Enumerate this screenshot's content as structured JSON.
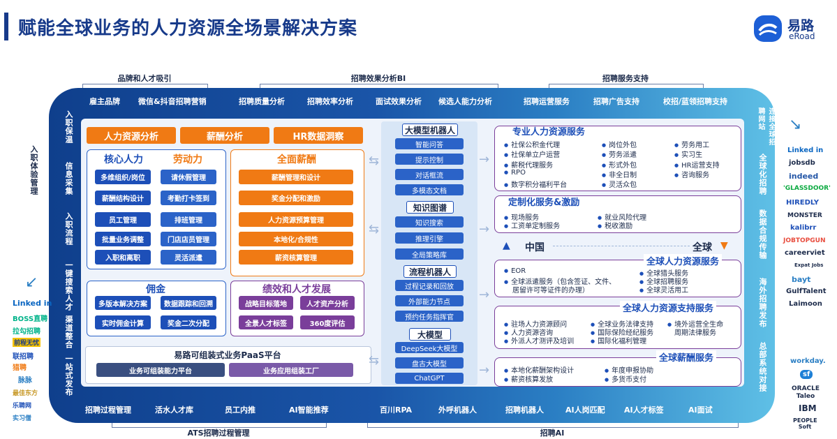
{
  "title": "赋能全球业务的人力资源全场景解决方案",
  "logo": {
    "cn": "易路",
    "en": "eRoad"
  },
  "brackets": {
    "brand": "品牌和人才吸引",
    "bi": "招聘效果分析BI",
    "service_support": "招聘服务支持",
    "ats": "ATS招聘过程管理",
    "ai": "招聘AI"
  },
  "top_row": [
    "雇主品牌",
    "微信&抖音招聘营销",
    "招聘质量分析",
    "招聘效率分析",
    "面试效果分析",
    "候选人能力分析",
    "招聘运营服务",
    "招聘广告支持",
    "校招/蓝领招聘支持"
  ],
  "bottom_row": [
    "招聘过程管理",
    "活水人才库",
    "员工内推",
    "AI智能推荐",
    "百川RPA",
    "外呼机器人",
    "招聘机器人",
    "AI人岗匹配",
    "AI人才标签",
    "AI面试"
  ],
  "left_outer": "入职体验管理",
  "left_col": [
    "入职保温",
    "信息采集",
    "入职流程",
    "一键搜索人才",
    "渠道整合",
    "一站式发布"
  ],
  "right_col1": "连接全球招聘网站",
  "right_col2": [
    "全球化招聘",
    "数据合规传输",
    "海外招聘发布",
    "总部系统对接"
  ],
  "analysis_buttons": [
    "人力资源分析",
    "薪酬分析",
    "HR数据洞察"
  ],
  "core_hr": {
    "title": "核心人力",
    "items": [
      "多维组织/岗位",
      "薪酬结构设计",
      "员工管理",
      "批量业务调整",
      "入职和离职"
    ]
  },
  "labor": {
    "title": "劳动力",
    "items": [
      "请休假管理",
      "考勤打卡签到",
      "排班管理",
      "门店店员管理",
      "灵活派遣"
    ]
  },
  "payroll": {
    "title": "全面薪酬",
    "items": [
      "薪酬管理和设计",
      "奖金分配和激励",
      "人力资源预算管理",
      "本地化/合规性",
      "薪资核算管理"
    ]
  },
  "commission": {
    "title": "佣金",
    "items": [
      "多版本解决方案",
      "数据跟踪和回溯",
      "实时佣金计算",
      "奖金二次分配"
    ]
  },
  "performance": {
    "title": "绩效和人才发展",
    "items": [
      "战略目标落地",
      "人才资产分析",
      "全景人才标签",
      "360度评估"
    ]
  },
  "paas": {
    "title": "易路可组装式业务PaaS平台",
    "left": "业务可组装能力平台",
    "right": "业务应用组装工厂"
  },
  "middle": {
    "llm_robot": {
      "title": "大模型机器人",
      "items": [
        "智能问答",
        "提示控制",
        "对话框流",
        "多模态文档"
      ]
    },
    "knowledge": {
      "title": "知识图谱",
      "items": [
        "知识搜索",
        "推理引擎",
        "全局策略库"
      ]
    },
    "process_robot": {
      "title": "流程机器人",
      "items": [
        "过程记录和回放",
        "外部能力节点",
        "预约任务指挥官"
      ]
    },
    "llm": {
      "title": "大模型",
      "items": [
        "DeepSeek大模型",
        "盘古大模型",
        "ChatGPT"
      ]
    }
  },
  "pro_hr": {
    "title": "专业人力资源服务",
    "col1": [
      "社保公积金代理",
      "社保单立户运营",
      "薪税代理服务",
      "RPO",
      "数字积分福利平台"
    ],
    "col2": [
      "岗位外包",
      "劳务派遣",
      "形式外包",
      "非全日制",
      "灵活众包"
    ],
    "col3": [
      "劳务用工",
      "实习生",
      "HR运营支持",
      "咨询服务"
    ]
  },
  "custom": {
    "title": "定制化服务&激励",
    "col1": [
      "现场服务",
      "工资单定制服务"
    ],
    "col2": [
      "就业风险代理",
      "税收激励"
    ]
  },
  "china_global": {
    "china": "中国",
    "global": "全球"
  },
  "global_hr": {
    "title": "全球人力资源服务",
    "col1": [
      "EOR",
      "全球派遣服务（包含签证、文件、",
      "居留许可等证件的办理）"
    ],
    "col2": [
      "全球猎头服务",
      "全球招聘服务",
      "全球灵活用工"
    ]
  },
  "global_support": {
    "title": "全球人力资源支持服务",
    "col1": [
      "驻场人力资源顾问",
      "人力资源咨询",
      "外派人才测评及培训"
    ],
    "col2": [
      "全球业务法律支持",
      "国际保险经纪服务",
      "国际化福利管理"
    ],
    "col3": [
      "境外运营全生命",
      "周期法律服务"
    ]
  },
  "global_pay": {
    "title": "全球薪酬服务",
    "col1": [
      "本地化薪酬架构设计",
      "薪资核算发放"
    ],
    "col2": [
      "年度申报协助",
      "多货币支付"
    ]
  },
  "left_logos": [
    "Linked in",
    "BOSS直聘",
    "拉勾招聘",
    "前程无忧",
    "联招聘",
    "猎聘",
    "脉脉",
    "最佳东方",
    "乐聘网",
    "实习僧"
  ],
  "right_logos_top": [
    "Linked in",
    "jobsdb",
    "indeed",
    "'GLASSDOOR'",
    "HIREDLY",
    "MONSTER",
    "kalibrr",
    "JOBTOPGUN",
    "careerviet",
    "Expat Jobs",
    "bayt",
    "GulfTalent",
    "Laimoon"
  ],
  "right_logos_bottom": [
    "workday.",
    "sf",
    "ORACLE Taleo",
    "IBM",
    "PEOPLE Soft"
  ],
  "colors": {
    "navy": "#173a8a",
    "blue": "#1d4fb8",
    "orange": "#f07a14",
    "purple": "#7a3e9a"
  }
}
